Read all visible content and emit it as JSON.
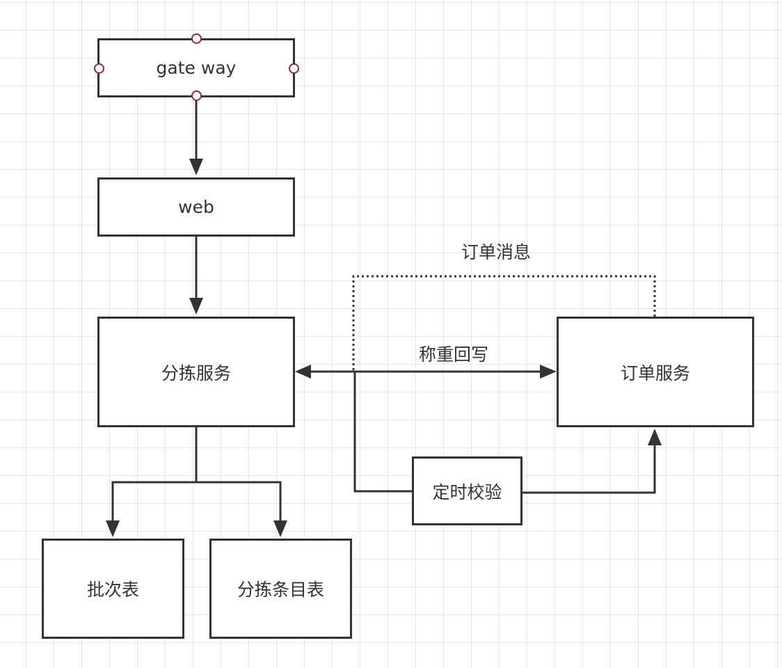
{
  "nodes": {
    "gateway": "gate way",
    "web": "web",
    "sorting_service": "分拣服务",
    "order_service": "订单服务",
    "scheduled_check": "定时校验",
    "batch_table": "批次表",
    "sorting_item_table": "分拣条目表"
  },
  "edges": {
    "order_message": "订单消息",
    "weight_writeback": "称重回写"
  },
  "colors": {
    "stroke": "#333333",
    "grid": "#e4e4e4",
    "handle": "#8a2a2a"
  }
}
